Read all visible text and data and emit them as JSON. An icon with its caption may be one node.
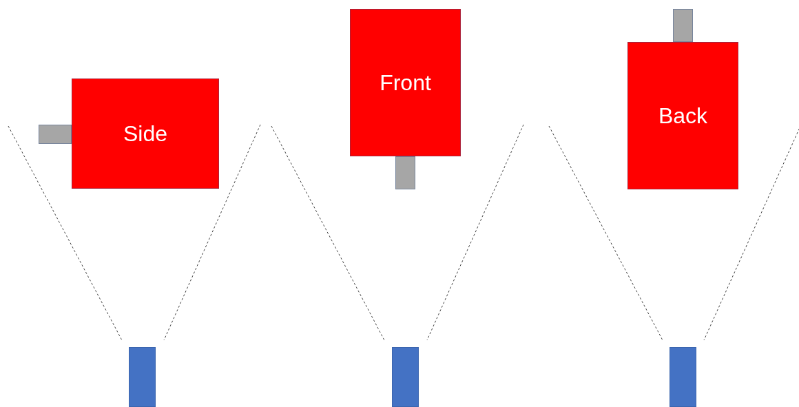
{
  "diagram": {
    "nodes": [
      {
        "text": [
          "Side"
        ]
      },
      {
        "text": [],
        "shape": "box"
      },
      {
        "text": [
          "Front"
        ]
      },
      {
        "text": [],
        "shape": "box"
      },
      {
        "text": [
          "Back"
        ]
      },
      {
        "text": [],
        "shape": "box"
      },
      {
        "text": [],
        "shape": "box"
      },
      {
        "text": [],
        "shape": "box"
      },
      {
        "text": [],
        "shape": "box"
      }
    ]
  }
}
